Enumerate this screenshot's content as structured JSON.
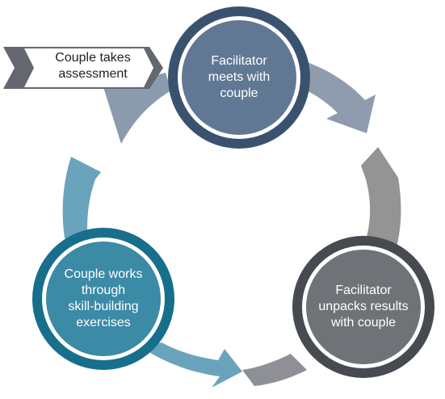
{
  "colors": {
    "background": "#ffffff",
    "arc_top_right": "#8e9cad",
    "arc_right": "#949494",
    "arc_bottom": "#8e9095",
    "arc_left": "#6aa4bc",
    "arrow_left": "#6aa4bc",
    "top_circle_ring": "#39536f",
    "top_circle_fill": "#607893",
    "right_circle_ring": "#474b51",
    "right_circle_fill": "#6f7378",
    "left_circle_ring": "#176f8c",
    "left_circle_fill": "#3b8aa6",
    "tag_fill": "#646770",
    "tag_label_color": "#1f1f1f"
  },
  "diagram": {
    "start_tag": {
      "lines": [
        "Couple takes",
        "assessment"
      ]
    },
    "steps": [
      {
        "id": "facilitator-meets",
        "lines": [
          "Facilitator",
          "meets with",
          "couple"
        ]
      },
      {
        "id": "facilitator-unpacks",
        "lines": [
          "Facilitator",
          "unpacks results",
          "with couple"
        ]
      },
      {
        "id": "couple-works",
        "lines": [
          "Couple works",
          "through",
          "skill-building",
          "exercises"
        ]
      }
    ]
  }
}
